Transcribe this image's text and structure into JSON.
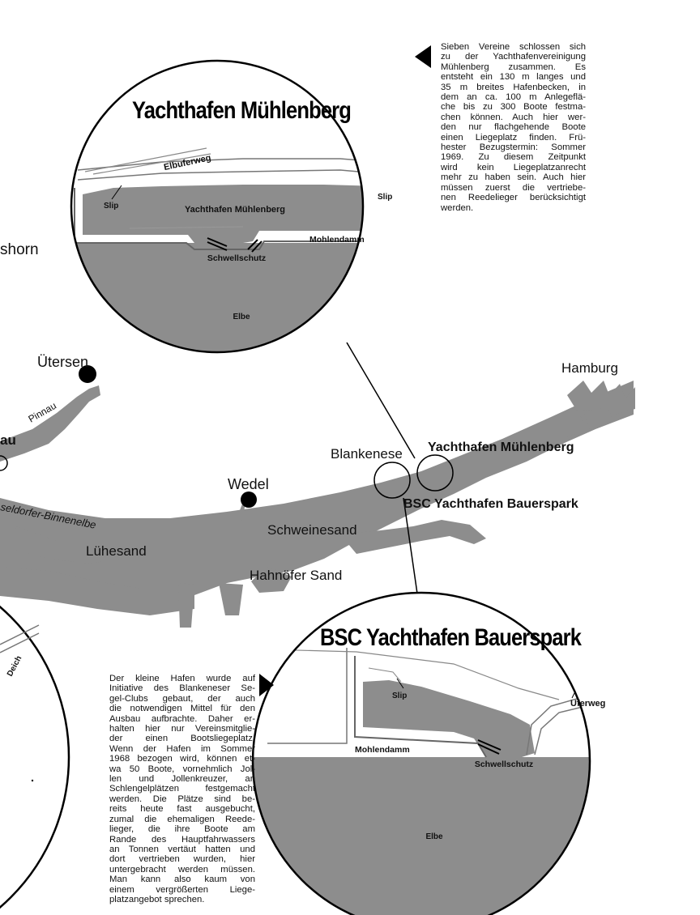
{
  "cities": {
    "uetersen": "Ütersen",
    "hamburg": "Hamburg",
    "wedel": "Wedel",
    "blankenese": "Blankenese",
    "horn_partial": "shorn",
    "au_partial": "au"
  },
  "river_labels": {
    "pinnau": "Pinnau",
    "binnenelbe": "seldorfer-Binnenelbe",
    "luehesand": "Lühesand",
    "schweinesand": "Schweinesand",
    "hahnoefer_sand": "Hahnöfer Sand",
    "deich": "Deich"
  },
  "harbors": {
    "muehlenberg": "Yachthafen Mühlenberg",
    "bauerspark": "BSC Yachthafen Bauerspark"
  },
  "inset_top": {
    "title": "Yachthafen Mühlenberg",
    "elbuferweg": "Elbuferweg",
    "slip_left": "Slip",
    "slip_right": "Slip",
    "basin": "Yachthafen Mühlenberg",
    "mohlendamm": "Mohlendamm",
    "schwellschutz": "Schwellschutz",
    "elbe": "Elbe"
  },
  "inset_bottom": {
    "title": "BSC Yachthafen Bauerspark",
    "slip": "Slip",
    "uferweg": "Uferweg",
    "mohlendamm": "Mohlendamm",
    "schwellschutz": "Schwellschutz",
    "elbe": "Elbe"
  },
  "text_top": {
    "lines": [
      "Sieben Vereine schlossen sich",
      "zu der Yachthafenvereinigung",
      "Mühlenberg zusammen. Es",
      "entsteht ein 130 m langes und",
      "35 m breites Hafenbecken, in",
      "dem an ca. 100 m Anlegeflä-",
      "che bis zu 300 Boote festma-",
      "chen können. Auch hier wer-",
      "den nur flachgehende Boote",
      "einen Liegeplatz finden. Frü-",
      "hester Bezugstermin: Sommer",
      "1969. Zu diesem Zeitpunkt",
      "wird kein Liegeplatzanrecht",
      "mehr zu haben sein. Auch hier",
      "müssen zuerst die vertriebe-",
      "nen Reedelieger berücksichtigt",
      "werden."
    ]
  },
  "text_bottom": {
    "lines": [
      "Der kleine Hafen wurde auf",
      "Initiative des Blankeneser Se-",
      "gel-Clubs gebaut, der auch",
      "die notwendigen Mittel für den",
      "Ausbau aufbrachte. Daher er-",
      "halten hier nur Vereinsmitglie-",
      "der einen Bootsliegeplatz.",
      "Wenn der Hafen im Sommer",
      "1968 bezogen wird, können et-",
      "wa 50 Boote, vornehmlich Jol-",
      "len und Jollenkreuzer, an",
      "Schlengelplätzen festgemacht",
      "werden. Die Plätze sind be-",
      "reits heute fast ausgebucht,",
      "zumal die ehemaligen Reede-",
      "lieger, die ihre Boote am",
      "Rande des Hauptfahrwassers",
      "an Tonnen vertäut hatten und",
      "dort vertrieben wurden, hier",
      "untergebracht werden müssen.",
      "Man kann also kaum von",
      "einem vergrößerten Liege-",
      "platzangebot sprechen."
    ]
  },
  "colors": {
    "water": "#8d8d8d",
    "ink": "#111111",
    "paper": "#ffffff"
  }
}
